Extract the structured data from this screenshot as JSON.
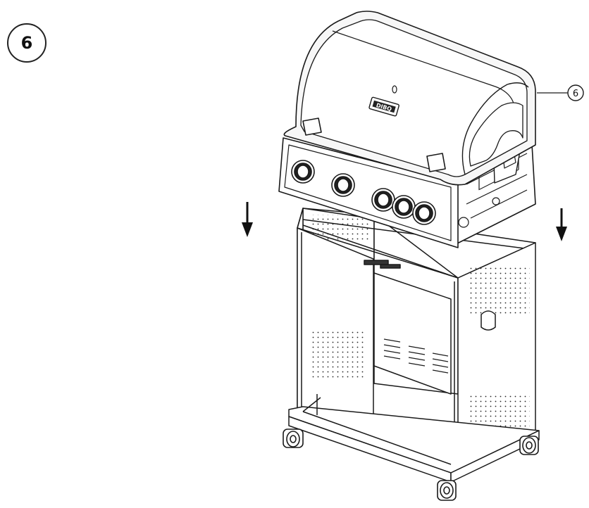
{
  "step": {
    "number": "6"
  },
  "callouts": [
    {
      "label": "6"
    }
  ],
  "grill": {
    "brand_plate": "DIBQ",
    "knob_count": 5
  },
  "assembly": {
    "direction_arrows": [
      "arrow-down-icon",
      "arrow-down-icon"
    ]
  },
  "colors": {
    "line": "#1a1a1a",
    "paper": "#ffffff",
    "lid_shade": "#f2f2f2",
    "hood_band": "#dcdcdc"
  }
}
